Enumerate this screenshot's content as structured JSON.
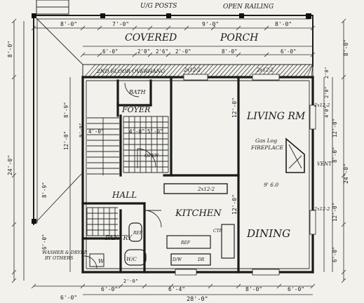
{
  "labels": {
    "covered": "COVERED",
    "porch": "PORCH",
    "ug_posts": "U/G POSTS",
    "open_railing": "OPEN RAILING",
    "overhang": "2ND FLOOR OVERHANG",
    "foyer": "FOYER",
    "bath": "BATH",
    "hall": "HALL",
    "living": "LIVING RM",
    "fireplace_1": "Gas Log",
    "fireplace_2": "FIREPLACE",
    "vent": "VENT",
    "kitchen": "KITCHEN",
    "pantry": "PANTRY",
    "dining": "DINING",
    "wc": "W/C",
    "wh": "W",
    "washer_dryer_1": "WASHER & DRYER",
    "washer_dryer_2": "BY OTHERS",
    "door_open_foyer": "OPEN",
    "ctr": "CTR",
    "ref": "REF",
    "dw": "D/W",
    "dr": "DR",
    "ref2": "REF",
    "hdr1": "2x12-2",
    "hdr2": "2x12-2",
    "hdr3": "2x12-2",
    "hdr4": "2x12-2",
    "hdr5": "2x12-2",
    "fp_dim": "9' 6.0"
  },
  "dims_top": {
    "a": "8'-0\"",
    "b": "7'-0\"",
    "c": "9'-0\"",
    "d": "8'-0\"",
    "porch_a": "6'-0\"",
    "porch_b": "2'0\"",
    "porch_c": "2'6\"",
    "porch_d": "2'-0\"",
    "porch_e": "8'-0\"",
    "porch_f": "6'-0\""
  },
  "dims_left": {
    "a": "8'-0\"",
    "b": "24'-0\"",
    "c": "8'-9\"",
    "d": "12'-0\"",
    "e": "8'-9\"",
    "f": "6'-0\""
  },
  "dims_right": {
    "a": "8'-0\"",
    "b": "24'-0\"",
    "c": "12'-0\"",
    "d": "8'-0\"",
    "e": "12'-0\"",
    "f": "6'-0\"",
    "g": "2'0\"",
    "h": "2'0\"",
    "i": "4'0\""
  },
  "dims_bottom": {
    "a": "6'-0\"",
    "b": "6'-0\"",
    "c": "6'-4\"",
    "d": "28'-0\"",
    "e": "8'-0\"",
    "f": "6'-0\"",
    "g": "2'-0\""
  },
  "dims_inner": {
    "foyer_a": "4'-0\"",
    "foyer_b": "5'-0\"",
    "living_v": "12'-0\"",
    "dining_v": "12'-0\"",
    "kitchen_v": "9'-9\"",
    "hall_a": "4'-0\""
  }
}
